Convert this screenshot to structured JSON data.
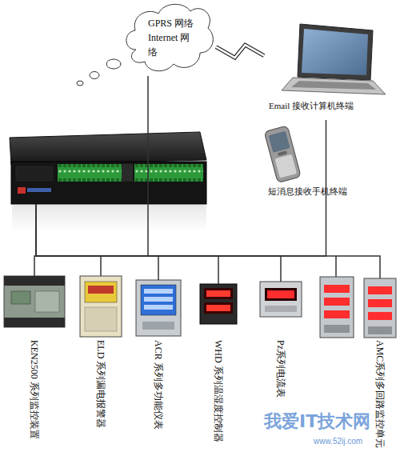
{
  "diagram": {
    "nodes": [
      {
        "text": [
          "GPRS 网络 Internet 网络"
        ]
      },
      {
        "text": [
          "Email 接收计算机终端"
        ]
      },
      {
        "text": [
          "短消息接收手机终端"
        ]
      },
      {
        "text": []
      },
      {
        "text": [
          "KEN2500 系列监控装置"
        ]
      },
      {
        "text": [
          "ELD 系列漏电报警器"
        ]
      },
      {
        "text": [
          "ACR 系列多功能仪表"
        ]
      },
      {
        "text": [
          "WHD 系列温湿度控制器"
        ]
      },
      {
        "text": [
          "Pz系列电流表"
        ]
      },
      {
        "text": [
          "AMC系列多回路监控单元"
        ]
      }
    ],
    "edges": [
      {
        "from": 0,
        "to": 1,
        "arrow": "none"
      },
      {
        "from": 0,
        "to": 2,
        "arrow": "none"
      },
      {
        "from": 3,
        "to": 4,
        "arrow": "none"
      },
      {
        "from": 3,
        "to": 5,
        "arrow": "none"
      },
      {
        "from": 3,
        "to": 6,
        "arrow": "none"
      },
      {
        "from": 3,
        "to": 7,
        "arrow": "none"
      },
      {
        "from": 3,
        "to": 8,
        "arrow": "none"
      },
      {
        "from": 3,
        "to": 9,
        "arrow": "none"
      }
    ],
    "labels": [
      "我爱IT技术网",
      "www.52ij.com"
    ]
  }
}
